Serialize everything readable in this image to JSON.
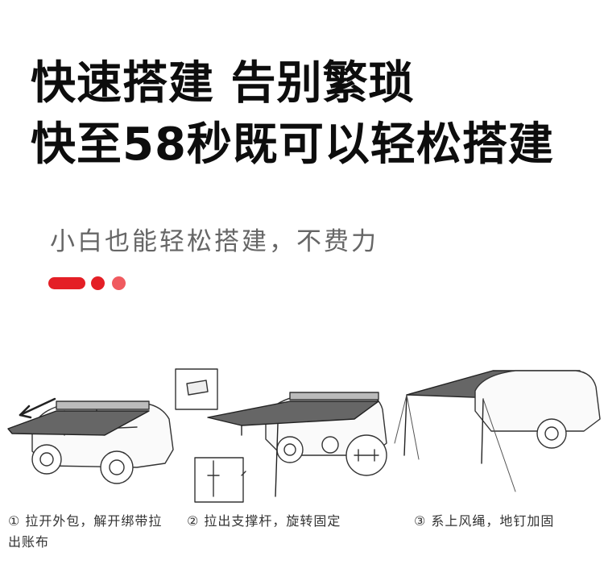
{
  "headline": {
    "line1": "快速搭建 告别繁琐",
    "line2": "快至58秒既可以轻松搭建"
  },
  "subline": "小白也能轻松搭建，不费力",
  "accent_colors": {
    "primary": "#e41f26",
    "light": "#f05a5f"
  },
  "steps": [
    {
      "label": "① 拉开外包，解开绑带拉出账布"
    },
    {
      "label": "② 拉出支撑杆，旋转固定"
    },
    {
      "label": "③ 系上风绳，地钉加固"
    }
  ]
}
